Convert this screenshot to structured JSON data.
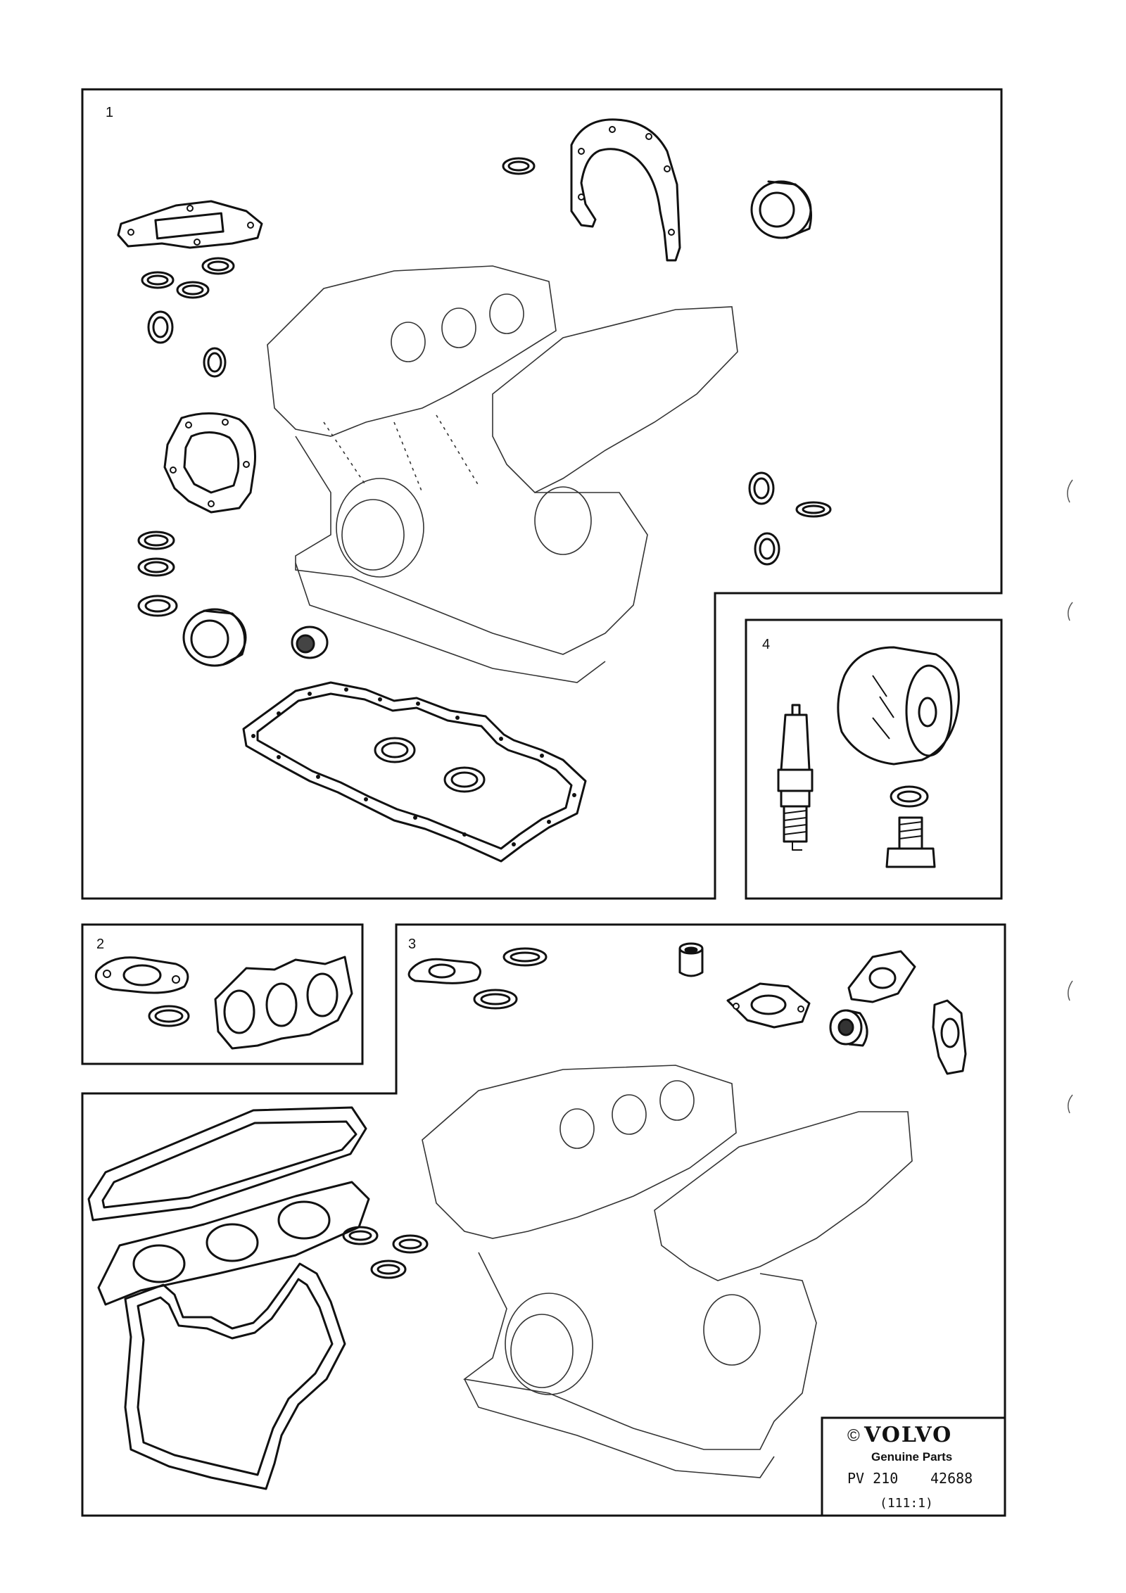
{
  "panels": [
    {
      "id": "panel-1",
      "label": "1"
    },
    {
      "id": "panel-2",
      "label": "2"
    },
    {
      "id": "panel-3",
      "label": "3"
    },
    {
      "id": "panel-4",
      "label": "4"
    }
  ],
  "footer": {
    "copyright": "©",
    "brand": "VOLVO",
    "subtitle": "Genuine Parts",
    "code_prefix": "PV 210",
    "code_number": "42688",
    "ratio": "(111:1)"
  }
}
